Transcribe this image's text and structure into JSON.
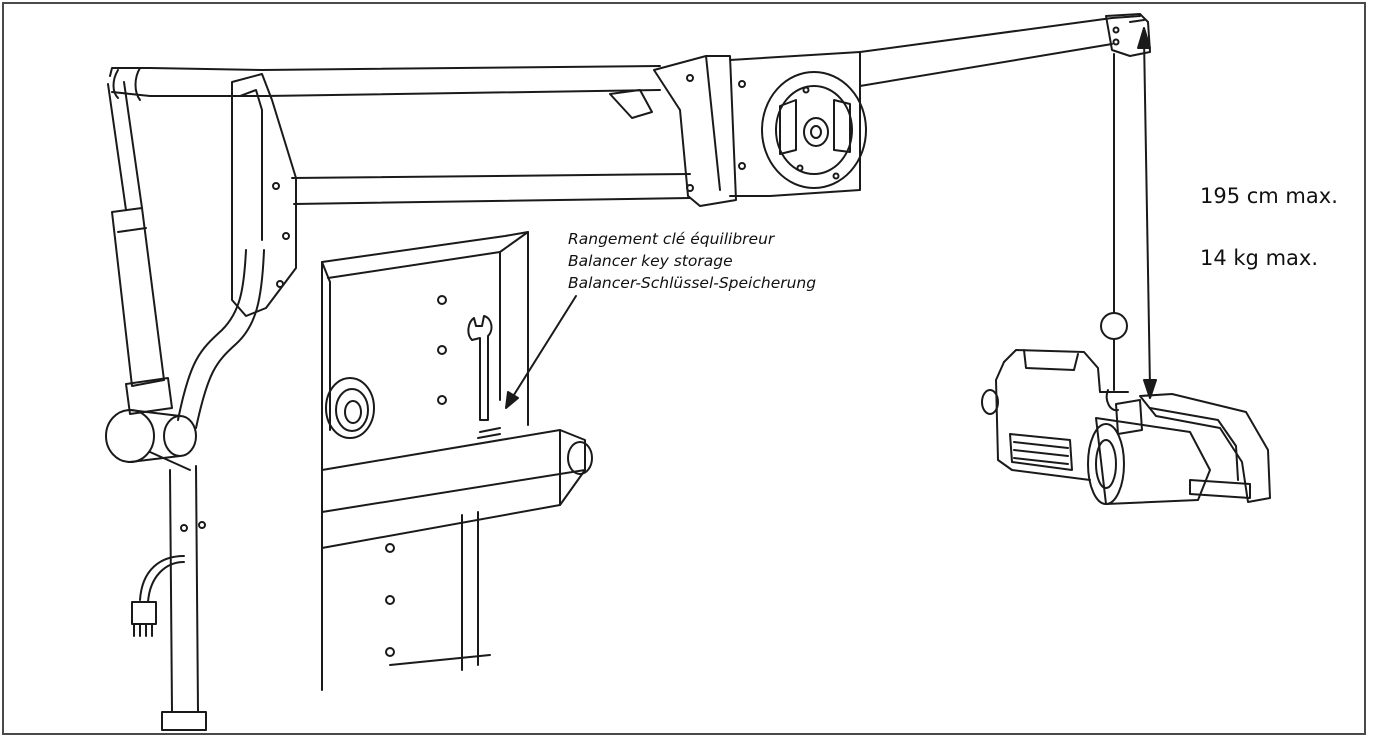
{
  "storage_label": {
    "fr": "Rangement clé équilibreur",
    "en": "Balancer key storage",
    "de": "Balancer-Schlüssel-Speicherung"
  },
  "specs": {
    "max_height": "195 cm max.",
    "max_weight": "14 kg max."
  },
  "colors": {
    "line": "#1a1a1a",
    "frame": "#4a4a4a",
    "background": "#ffffff"
  }
}
